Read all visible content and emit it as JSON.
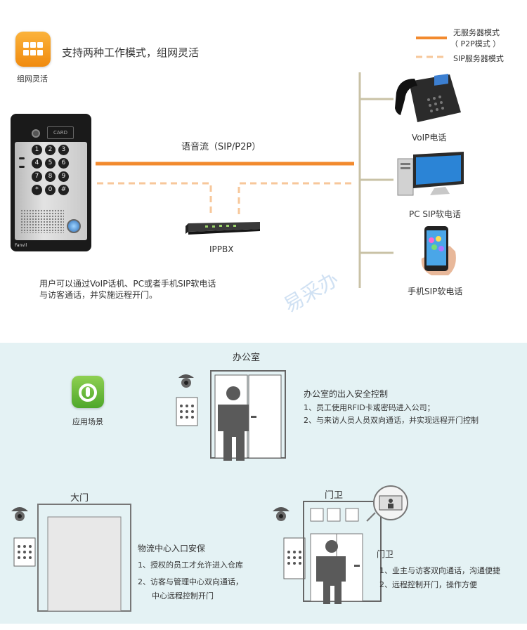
{
  "upper": {
    "app_caption": "组网灵活",
    "headline": "支持两种工作模式，组网灵活",
    "legend": {
      "solid_label_1": "无服务器模式",
      "solid_label_2": "（ P2P模式 ）",
      "dashed_label": "SIP服务器模式",
      "solid_color": "#f28a2e",
      "dashed_color": "#f7c79a"
    },
    "stream_label": "语音流（SIP/P2P）",
    "pbx_label": "IPPBX",
    "intercom_brand": "Fanvil",
    "intercom_card": "CARD",
    "devices": {
      "voip": "VoIP电话",
      "pc": "PC SIP软电话",
      "mobile": "手机SIP软电话"
    },
    "description_1": "用户可以通过VoIP话机、PC或者手机SIP软电话",
    "description_2": "与访客通话，并实施远程开门。",
    "watermark": "易采办",
    "keys": [
      "1",
      "2",
      "3",
      "4",
      "5",
      "6",
      "7",
      "8",
      "9",
      "*",
      "0",
      "#"
    ]
  },
  "lower": {
    "app_caption": "应用场景",
    "office": {
      "title": "办公室",
      "heading": "办公室的出入安全控制",
      "line1": "1、员工使用RFID卡或密码进入公司；",
      "line2": "2、与来访人员人员双向通话，并实现远程开门控制"
    },
    "gate": {
      "title": "大门",
      "heading": "物流中心入口安保",
      "line1": "1、授权的员工才允许进入仓库",
      "line2": "2、访客与管理中心双向通话，",
      "line3": "中心远程控制开门"
    },
    "guard": {
      "title": "门卫",
      "heading": "门卫",
      "line1": "1、业主与访客双向通话，沟通便捷",
      "line2": "2、远程控制开门，操作方便"
    },
    "background_color": "#e4f2f4"
  }
}
